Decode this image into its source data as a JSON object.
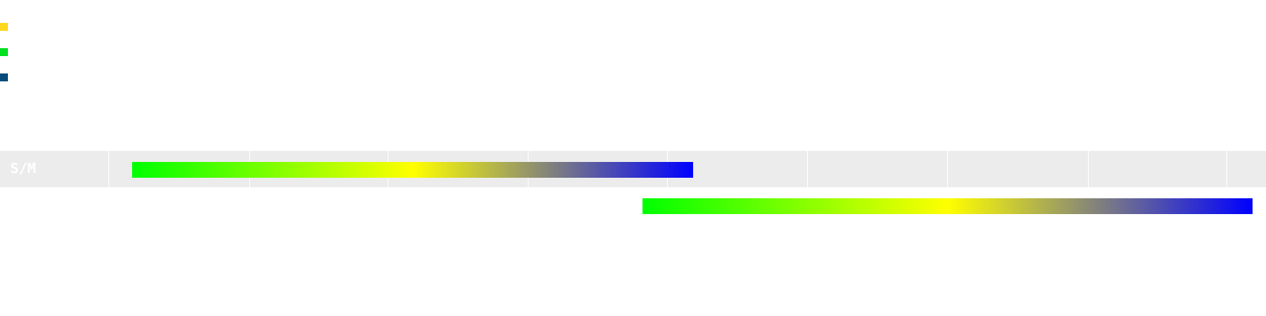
{
  "legend": {
    "swatches": [
      {
        "name": "legend-swatch-yellow",
        "color": "#ffd81e"
      },
      {
        "name": "legend-swatch-green",
        "color": "#00e01e"
      },
      {
        "name": "legend-swatch-blue",
        "color": "#064c7a"
      }
    ]
  },
  "track": {
    "label": "S/M",
    "background_color": "#ececec",
    "label_color": "#ffffff"
  },
  "bars": [
    {
      "name": "gradient-bar-1",
      "gradient": [
        "#00ff00",
        "#ffff00",
        "#0000ff"
      ]
    },
    {
      "name": "gradient-bar-2",
      "gradient": [
        "#00ff00",
        "#ffff00",
        "#0000ff"
      ]
    }
  ]
}
